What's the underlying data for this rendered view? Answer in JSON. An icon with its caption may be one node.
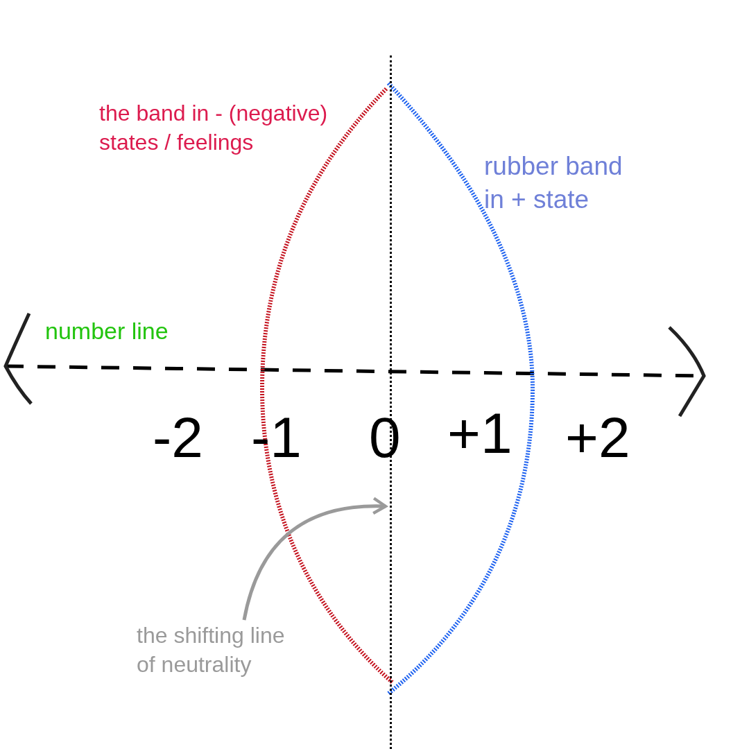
{
  "diagram": {
    "nodes": [
      {
        "text": [
          "the shifting line of neutrality"
        ]
      },
      {
        "text": [],
        "shape": "bar"
      }
    ],
    "edges": [
      {
        "from": 0,
        "to": 1,
        "arrow": "to"
      }
    ],
    "labels": [
      "the band in - (negative) states / feelings",
      "rubber band in + state",
      "number line",
      "-2",
      "-1",
      "0",
      "+1",
      "+2"
    ]
  }
}
